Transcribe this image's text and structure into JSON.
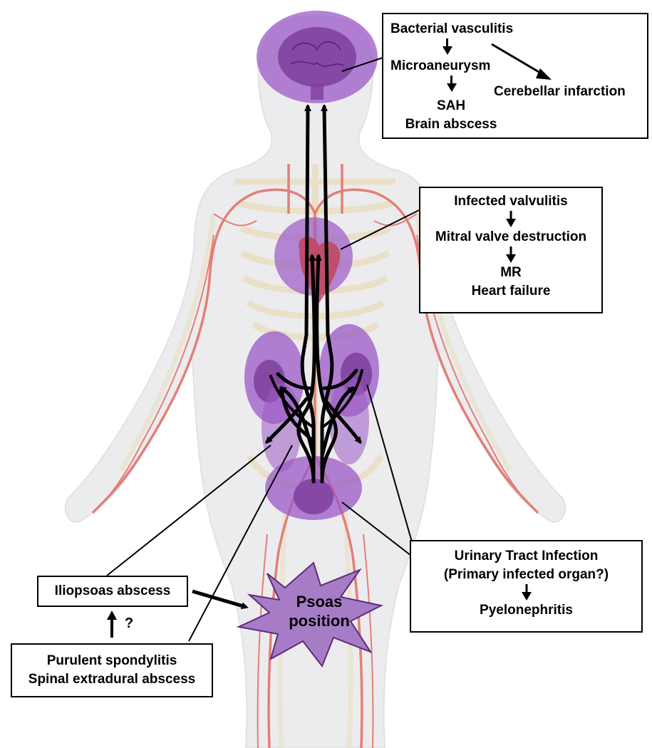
{
  "brain_box": {
    "line1": "Bacterial vasculitis",
    "line2": "Microaneurysm",
    "line3": "Cerebellar infarction",
    "line4": "SAH",
    "line5": "Brain abscess"
  },
  "heart_box": {
    "line1": "Infected valvulitis",
    "line2": "Mitral valve destruction",
    "line3": "MR",
    "line4": "Heart failure"
  },
  "uti_box": {
    "line1": "Urinary Tract Infection",
    "line2": "(Primary infected organ?)",
    "line3": "Pyelonephritis"
  },
  "iliopsoas_box": {
    "label": "Iliopsoas abscess"
  },
  "question_mark": "?",
  "spine_box": {
    "line1": "Purulent spondylitis",
    "line2": "Spinal extradural abscess"
  },
  "psoas_star": {
    "line1": "Psoas",
    "line2": "position"
  },
  "colors": {
    "organ_purple": "#9b59c5",
    "star_fill": "#a77cc6",
    "artery_red": "#e0736a",
    "bone_beige": "#efe3c8",
    "body_gray": "#e9e9ec"
  }
}
